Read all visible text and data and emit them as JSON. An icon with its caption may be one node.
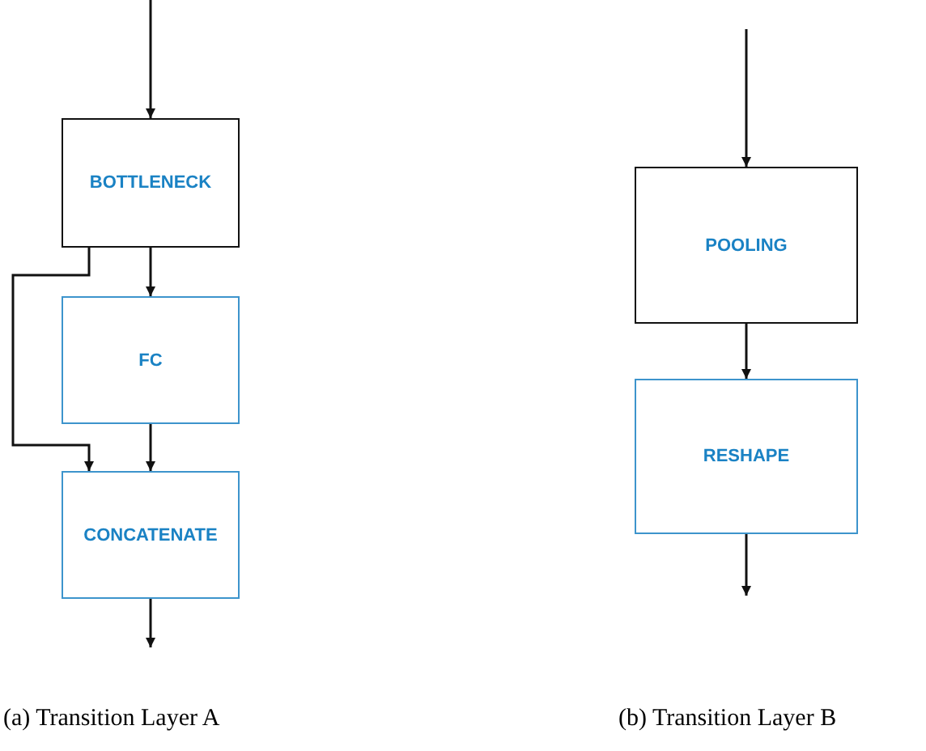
{
  "diagram": {
    "nodes": [
      {
        "text": [
          "BOTTLENECK"
        ]
      },
      {
        "text": [
          "FC"
        ]
      },
      {
        "text": [
          "CONCATENATE"
        ]
      },
      {
        "text": [
          "POOLING"
        ]
      },
      {
        "text": [
          "RESHAPE"
        ]
      }
    ],
    "edges": [
      {
        "from": null,
        "to": 0,
        "arrow": "to"
      },
      {
        "from": 0,
        "to": 1,
        "arrow": "to"
      },
      {
        "from": 0,
        "to": 2,
        "arrow": "to"
      },
      {
        "from": 1,
        "to": 2,
        "arrow": "to"
      },
      {
        "from": 2,
        "to": null,
        "arrow": "to"
      },
      {
        "from": null,
        "to": 3,
        "arrow": "to"
      },
      {
        "from": 3,
        "to": 4,
        "arrow": "to"
      },
      {
        "from": 4,
        "to": null,
        "arrow": "to"
      }
    ],
    "labels": [
      "(a) Transition Layer A",
      "(b) Transition Layer B"
    ]
  }
}
